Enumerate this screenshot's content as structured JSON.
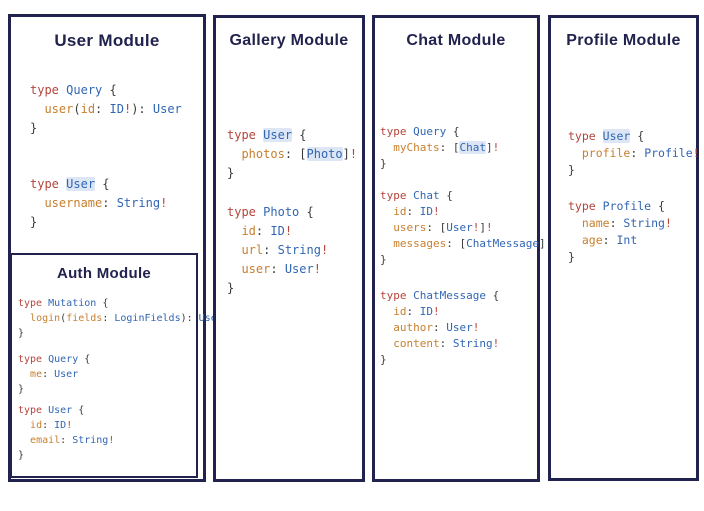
{
  "colors": {
    "border_navy": "#22224e",
    "keyword_red": "#b5443c",
    "type_blue": "#3166b3",
    "field_orange": "#c77f2f",
    "punctuation": "#3b3b3b",
    "type_highlight_bg": "#dde6f4",
    "background": "#ffffff"
  },
  "modules": [
    {
      "id": "user",
      "title": "User Module",
      "blocks": [
        {
          "lines": [
            [
              [
                "type",
                "k"
              ],
              [
                " ",
                "p"
              ],
              [
                "Query",
                "t"
              ],
              [
                " {",
                "p"
              ]
            ],
            [
              [
                "  ",
                "p"
              ],
              [
                "user",
                "f"
              ],
              [
                "(",
                "p"
              ],
              [
                "id",
                "f"
              ],
              [
                ": ",
                "p"
              ],
              [
                "ID",
                "t"
              ],
              [
                "!",
                "b"
              ],
              [
                "): ",
                "p"
              ],
              [
                "User",
                "t"
              ]
            ],
            [
              [
                "}",
                "p"
              ]
            ]
          ]
        },
        {
          "lines": [
            [
              [
                "type",
                "k"
              ],
              [
                " ",
                "p"
              ],
              [
                "User",
                "h"
              ],
              [
                " {",
                "p"
              ]
            ],
            [
              [
                "  ",
                "p"
              ],
              [
                "username",
                "f"
              ],
              [
                ": ",
                "p"
              ],
              [
                "String",
                "t"
              ],
              [
                "!",
                "b"
              ]
            ],
            [
              [
                "}",
                "p"
              ]
            ]
          ]
        }
      ],
      "nested": {
        "id": "auth",
        "title": "Auth Module",
        "blocks": [
          {
            "lines": [
              [
                [
                  "type",
                  "k"
                ],
                [
                  " ",
                  "p"
                ],
                [
                  "Mutation",
                  "t"
                ],
                [
                  " {",
                  "p"
                ]
              ],
              [
                [
                  "  ",
                  "p"
                ],
                [
                  "login",
                  "f"
                ],
                [
                  "(",
                  "p"
                ],
                [
                  "fields",
                  "f"
                ],
                [
                  ": ",
                  "p"
                ],
                [
                  "LoginFields",
                  "t"
                ],
                [
                  "): ",
                  "p"
                ],
                [
                  "User",
                  "t"
                ]
              ],
              [
                [
                  "}",
                  "p"
                ]
              ]
            ]
          },
          {
            "lines": [
              [
                [
                  "type",
                  "k"
                ],
                [
                  " ",
                  "p"
                ],
                [
                  "Query",
                  "t"
                ],
                [
                  " {",
                  "p"
                ]
              ],
              [
                [
                  "  ",
                  "p"
                ],
                [
                  "me",
                  "f"
                ],
                [
                  ": ",
                  "p"
                ],
                [
                  "User",
                  "t"
                ]
              ],
              [
                [
                  "}",
                  "p"
                ]
              ]
            ]
          },
          {
            "lines": [
              [
                [
                  "type",
                  "k"
                ],
                [
                  " ",
                  "p"
                ],
                [
                  "User",
                  "t"
                ],
                [
                  " {",
                  "p"
                ]
              ],
              [
                [
                  "  ",
                  "p"
                ],
                [
                  "id",
                  "f"
                ],
                [
                  ": ",
                  "p"
                ],
                [
                  "ID",
                  "t"
                ],
                [
                  "!",
                  "b"
                ]
              ],
              [
                [
                  "  ",
                  "p"
                ],
                [
                  "email",
                  "f"
                ],
                [
                  ": ",
                  "p"
                ],
                [
                  "String",
                  "t"
                ],
                [
                  "!",
                  "b"
                ]
              ],
              [
                [
                  "}",
                  "p"
                ]
              ]
            ]
          }
        ]
      }
    },
    {
      "id": "gallery",
      "title": "Gallery Module",
      "blocks": [
        {
          "lines": [
            [
              [
                "type",
                "k"
              ],
              [
                " ",
                "p"
              ],
              [
                "User",
                "h"
              ],
              [
                " {",
                "p"
              ]
            ],
            [
              [
                "  ",
                "p"
              ],
              [
                "photos",
                "f"
              ],
              [
                ": ",
                "p"
              ],
              [
                "[",
                "p"
              ],
              [
                "Photo",
                "h"
              ],
              [
                "]",
                "p"
              ],
              [
                "!",
                "b"
              ]
            ],
            [
              [
                "}",
                "p"
              ]
            ]
          ]
        },
        {
          "lines": [
            [
              [
                "type",
                "k"
              ],
              [
                " ",
                "p"
              ],
              [
                "Photo",
                "t"
              ],
              [
                " {",
                "p"
              ]
            ],
            [
              [
                "  ",
                "p"
              ],
              [
                "id",
                "f"
              ],
              [
                ": ",
                "p"
              ],
              [
                "ID",
                "t"
              ],
              [
                "!",
                "b"
              ]
            ],
            [
              [
                "  ",
                "p"
              ],
              [
                "url",
                "f"
              ],
              [
                ": ",
                "p"
              ],
              [
                "String",
                "t"
              ],
              [
                "!",
                "b"
              ]
            ],
            [
              [
                "  ",
                "p"
              ],
              [
                "user",
                "f"
              ],
              [
                ": ",
                "p"
              ],
              [
                "User",
                "t"
              ],
              [
                "!",
                "b"
              ]
            ],
            [
              [
                "}",
                "p"
              ]
            ]
          ]
        }
      ]
    },
    {
      "id": "chat",
      "title": "Chat Module",
      "blocks": [
        {
          "lines": [
            [
              [
                "type",
                "k"
              ],
              [
                " ",
                "p"
              ],
              [
                "Query",
                "t"
              ],
              [
                " {",
                "p"
              ]
            ],
            [
              [
                "  ",
                "p"
              ],
              [
                "myChats",
                "f"
              ],
              [
                ": ",
                "p"
              ],
              [
                "[",
                "p"
              ],
              [
                "Chat",
                "h"
              ],
              [
                "]",
                "p"
              ],
              [
                "!",
                "b"
              ]
            ],
            [
              [
                "}",
                "p"
              ]
            ]
          ]
        },
        {
          "lines": [
            [
              [
                "type",
                "k"
              ],
              [
                " ",
                "p"
              ],
              [
                "Chat",
                "t"
              ],
              [
                " {",
                "p"
              ]
            ],
            [
              [
                "  ",
                "p"
              ],
              [
                "id",
                "f"
              ],
              [
                ": ",
                "p"
              ],
              [
                "ID",
                "t"
              ],
              [
                "!",
                "b"
              ]
            ],
            [
              [
                "  ",
                "p"
              ],
              [
                "users",
                "f"
              ],
              [
                ": ",
                "p"
              ],
              [
                "[",
                "p"
              ],
              [
                "User",
                "t"
              ],
              [
                "!",
                "b"
              ],
              [
                "]",
                "p"
              ],
              [
                "!",
                "b"
              ]
            ],
            [
              [
                "  ",
                "p"
              ],
              [
                "messages",
                "f"
              ],
              [
                ": ",
                "p"
              ],
              [
                "[",
                "p"
              ],
              [
                "ChatMessage",
                "t"
              ],
              [
                "]",
                "p"
              ],
              [
                "!",
                "b"
              ]
            ],
            [
              [
                "}",
                "p"
              ]
            ]
          ]
        },
        {
          "lines": [
            [
              [
                "type",
                "k"
              ],
              [
                " ",
                "p"
              ],
              [
                "ChatMessage",
                "t"
              ],
              [
                " {",
                "p"
              ]
            ],
            [
              [
                "  ",
                "p"
              ],
              [
                "id",
                "f"
              ],
              [
                ": ",
                "p"
              ],
              [
                "ID",
                "t"
              ],
              [
                "!",
                "b"
              ]
            ],
            [
              [
                "  ",
                "p"
              ],
              [
                "author",
                "f"
              ],
              [
                ": ",
                "p"
              ],
              [
                "User",
                "t"
              ],
              [
                "!",
                "b"
              ]
            ],
            [
              [
                "  ",
                "p"
              ],
              [
                "content",
                "f"
              ],
              [
                ": ",
                "p"
              ],
              [
                "String",
                "t"
              ],
              [
                "!",
                "b"
              ]
            ],
            [
              [
                "}",
                "p"
              ]
            ]
          ]
        }
      ]
    },
    {
      "id": "profile",
      "title": "Profile Module",
      "blocks": [
        {
          "lines": [
            [
              [
                "type",
                "k"
              ],
              [
                " ",
                "p"
              ],
              [
                "User",
                "h"
              ],
              [
                " {",
                "p"
              ]
            ],
            [
              [
                "  ",
                "p"
              ],
              [
                "profile",
                "f"
              ],
              [
                ": ",
                "p"
              ],
              [
                "Profile",
                "t"
              ],
              [
                "!",
                "b"
              ]
            ],
            [
              [
                "}",
                "p"
              ]
            ]
          ]
        },
        {
          "lines": [
            [
              [
                "type",
                "k"
              ],
              [
                " ",
                "p"
              ],
              [
                "Profile",
                "t"
              ],
              [
                " {",
                "p"
              ]
            ],
            [
              [
                "  ",
                "p"
              ],
              [
                "name",
                "f"
              ],
              [
                ": ",
                "p"
              ],
              [
                "String",
                "t"
              ],
              [
                "!",
                "b"
              ]
            ],
            [
              [
                "  ",
                "p"
              ],
              [
                "age",
                "f"
              ],
              [
                ": ",
                "p"
              ],
              [
                "Int",
                "t"
              ]
            ],
            [
              [
                "}",
                "p"
              ]
            ]
          ]
        }
      ]
    }
  ]
}
